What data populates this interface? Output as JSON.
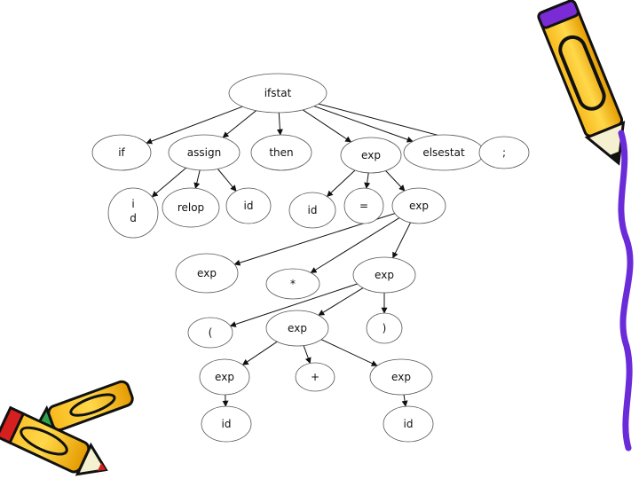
{
  "diagram": {
    "nodes": [
      {
        "id": "ifstat",
        "label": "ifstat"
      },
      {
        "id": "if",
        "label": "if"
      },
      {
        "id": "assign",
        "label": "assign"
      },
      {
        "id": "then",
        "label": "then"
      },
      {
        "id": "exp_top",
        "label": "exp"
      },
      {
        "id": "elsestat",
        "label": "elsestat"
      },
      {
        "id": "semi",
        "label": ";"
      },
      {
        "id": "i_d",
        "label": "i d"
      },
      {
        "id": "relop",
        "label": "relop"
      },
      {
        "id": "id1",
        "label": "id"
      },
      {
        "id": "id2",
        "label": "id"
      },
      {
        "id": "eq",
        "label": "="
      },
      {
        "id": "exp_r",
        "label": "exp"
      },
      {
        "id": "exp_l",
        "label": "exp"
      },
      {
        "id": "star",
        "label": "*"
      },
      {
        "id": "exp_m",
        "label": "exp"
      },
      {
        "id": "lparen",
        "label": "("
      },
      {
        "id": "exp_c",
        "label": "exp"
      },
      {
        "id": "rparen",
        "label": ")"
      },
      {
        "id": "exp_ll",
        "label": "exp"
      },
      {
        "id": "plus",
        "label": "+"
      },
      {
        "id": "exp_rr",
        "label": "exp"
      },
      {
        "id": "id3",
        "label": "id"
      },
      {
        "id": "id4",
        "label": "id"
      }
    ],
    "edges": [
      [
        "ifstat",
        "if"
      ],
      [
        "ifstat",
        "assign"
      ],
      [
        "ifstat",
        "then"
      ],
      [
        "ifstat",
        "exp_top"
      ],
      [
        "ifstat",
        "elsestat"
      ],
      [
        "ifstat",
        "semi"
      ],
      [
        "assign",
        "i_d"
      ],
      [
        "assign",
        "relop"
      ],
      [
        "assign",
        "id1"
      ],
      [
        "exp_top",
        "id2"
      ],
      [
        "exp_top",
        "eq"
      ],
      [
        "exp_top",
        "exp_r"
      ],
      [
        "exp_r",
        "exp_l"
      ],
      [
        "exp_r",
        "star"
      ],
      [
        "exp_r",
        "exp_m"
      ],
      [
        "exp_m",
        "lparen"
      ],
      [
        "exp_m",
        "exp_c"
      ],
      [
        "exp_m",
        "rparen"
      ],
      [
        "exp_c",
        "exp_ll"
      ],
      [
        "exp_c",
        "plus"
      ],
      [
        "exp_c",
        "exp_rr"
      ],
      [
        "exp_ll",
        "id3"
      ],
      [
        "exp_rr",
        "id4"
      ]
    ]
  }
}
